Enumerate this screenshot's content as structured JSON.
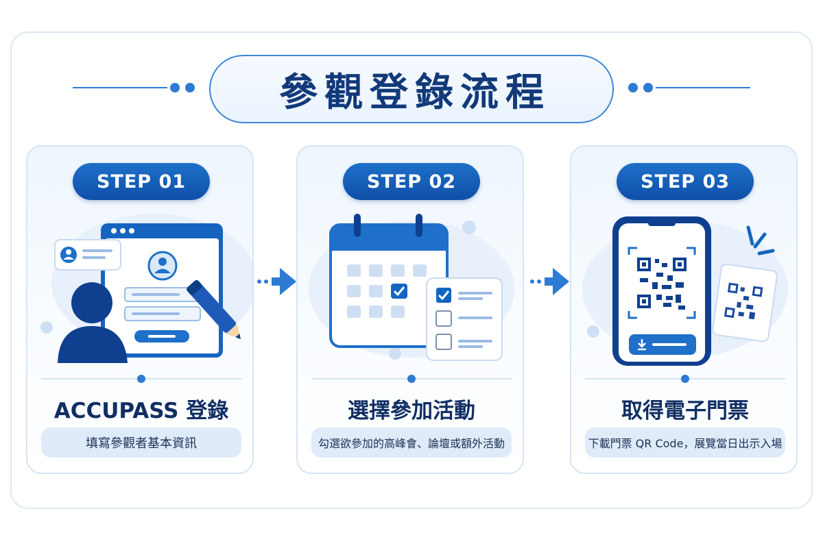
{
  "title": "參觀登錄流程",
  "steps": [
    {
      "label": "STEP 01",
      "heading": "ACCUPASS 登錄",
      "description": "填寫參觀者基本資訊",
      "illustration": "registration-form-icon"
    },
    {
      "label": "STEP 02",
      "heading": "選擇參加活動",
      "description": "勾選欲參加的高峰會、論壇或額外活動",
      "illustration": "calendar-checklist-icon"
    },
    {
      "label": "STEP 03",
      "heading": "取得電子門票",
      "description": "下載門票 QR Code，展覽當日出示入場",
      "illustration": "phone-qr-ticket-icon"
    }
  ],
  "colors": {
    "primary": "#1565c0",
    "dark_navy": "#112e63",
    "light_blue": "#dfebf8",
    "accent": "#2d7bd3"
  }
}
